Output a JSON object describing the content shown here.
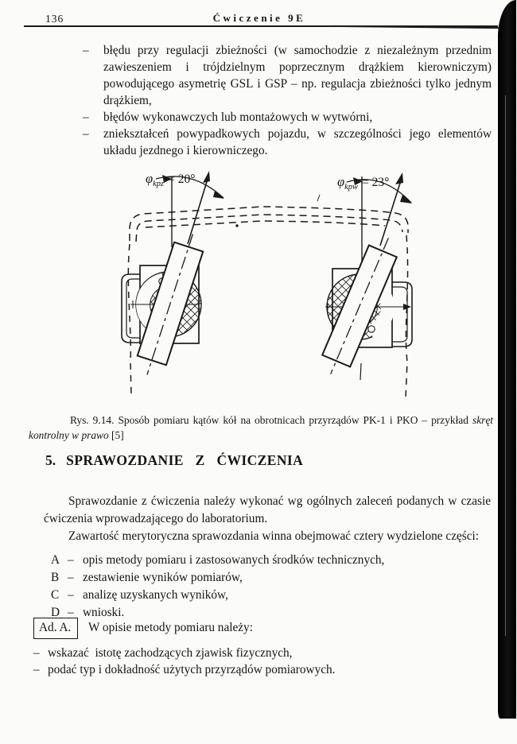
{
  "page": {
    "number": "136",
    "header_title": "Ćwiczenie 9E"
  },
  "intro_list": {
    "items": [
      {
        "dash": "–",
        "text": "błędu przy regulacji zbieżności (w samochodzie z niezależnym przednim zawieszeniem i trójdzielnym poprzecznym drążkiem kierowniczym) powodującego asymetrię GSL i GSP – np. regulacja zbieżności tylko jednym drążkiem,"
      },
      {
        "dash": "–",
        "text": "błędów wykonawczych lub montażowych w wytwórni,"
      },
      {
        "dash": "–",
        "text": "zniekształceń powypadkowych pojazdu, w szczególności jego elementów układu jezdnego i kierowniczego."
      }
    ]
  },
  "figure": {
    "left_angle": {
      "symbol": "φ",
      "subscript": "kpz",
      "value": "= 20°"
    },
    "right_angle": {
      "symbol": "φ",
      "subscript": "kpw",
      "value": "= 23°"
    },
    "caption": {
      "prefix": "Rys. 9.14.",
      "body": "Sposób pomiaru kątów kół na obrotnicach przyrządów PK-1 i PKO – przykład",
      "italic": "skręt kontrolny w prawo",
      "suffix": "[5]"
    }
  },
  "report": {
    "heading_number": "5.",
    "heading": "SPRAWOZDANIE Z ĆWICZENIA",
    "para1": "Sprawozdanie z ćwiczenia należy wykonać wg ogólnych zaleceń podanych w czasie ćwiczenia wprowadzającego do laboratorium.",
    "para2": "Zawartość merytoryczna sprawozdania winna obejmować cztery wydzielone części:",
    "parts": [
      {
        "letter": "A",
        "dash": "–",
        "text": "opis metody pomiaru i zastosowanych środków technicznych,"
      },
      {
        "letter": "B",
        "dash": "–",
        "text": "zestawienie wyników pomiarów,"
      },
      {
        "letter": "C",
        "dash": "–",
        "text": "analizę uzyskanych wyników,"
      },
      {
        "letter": "D",
        "dash": "–",
        "text": "wnioski."
      }
    ],
    "ad_a": {
      "box_label": "Ad. A.",
      "intro": "W opisie metody pomiaru należy:",
      "items": [
        {
          "dash": "–",
          "text": "wskazać  istotę zachodzących zjawisk fizycznych,"
        },
        {
          "dash": "–",
          "text": "podać typ i dokładność użytych przyrządów pomiarowych."
        }
      ]
    }
  }
}
